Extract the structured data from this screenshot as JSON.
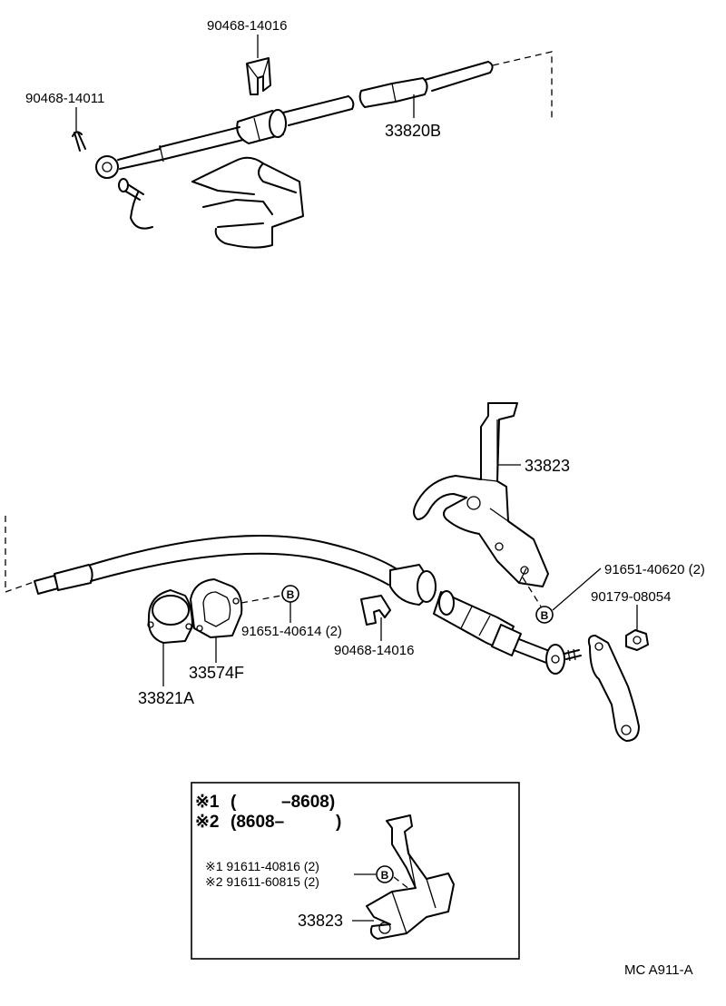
{
  "parts": {
    "clip_top": "90468-14016",
    "pin_top": "90468-14011",
    "cable_upper": "33820B",
    "bracket": "33823",
    "bolt_right": "91651-40620 (2)",
    "nut_right": "90179-08054",
    "bolt_left": "91651-40614 (2)",
    "clip_bottom": "90468-14016",
    "gasket": "33574F",
    "retainer": "33821A"
  },
  "markers": {
    "b": "B"
  },
  "inset": {
    "variant1_mark": "※1",
    "variant1_open": "(",
    "variant1_range": "–8608)",
    "variant2_mark": "※2",
    "variant2_range": "(8608–",
    "variant2_close": ")",
    "bolt1": "※1 91611-40816 (2)",
    "bolt2": "※2 91611-60815 (2)",
    "bracket": "33823"
  },
  "footer": {
    "code": "MC  A911-A"
  }
}
